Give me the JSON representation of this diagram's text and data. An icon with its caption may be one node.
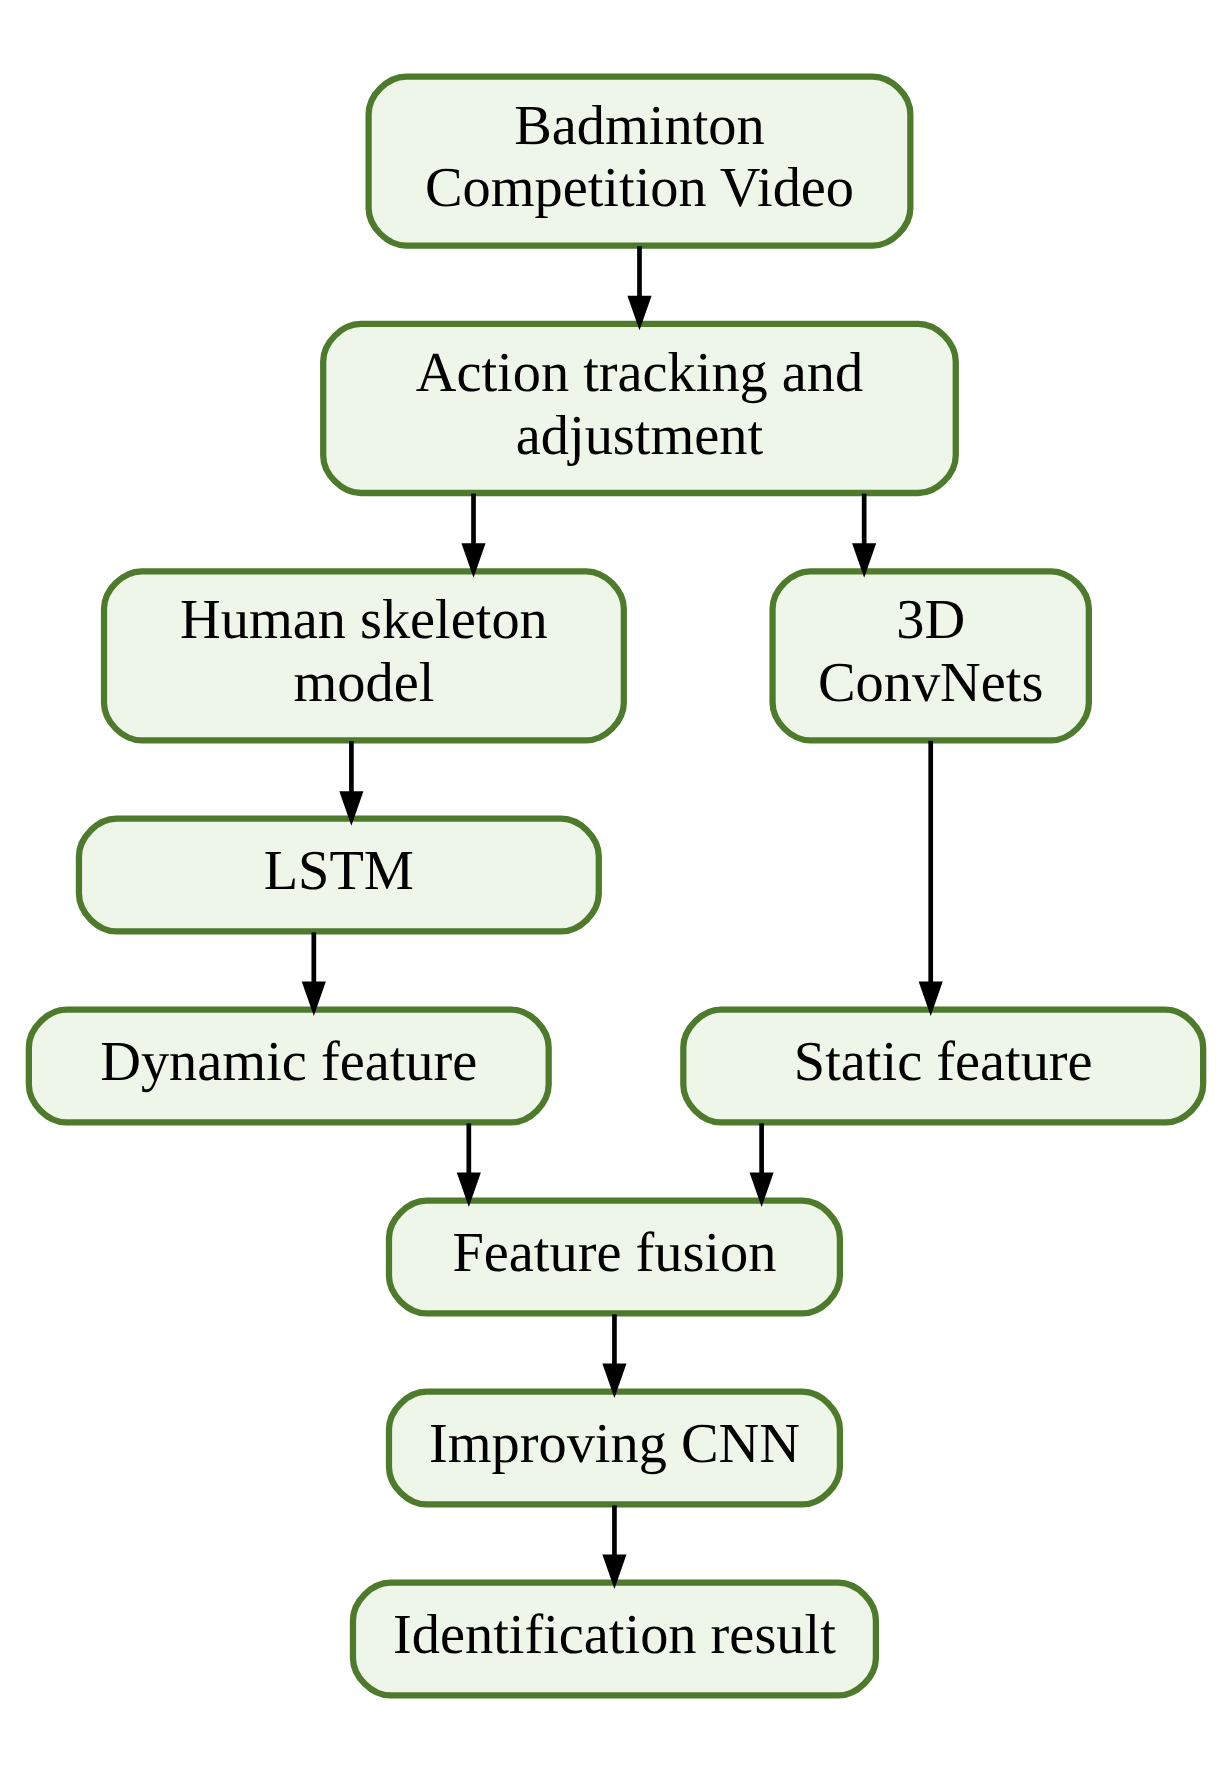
{
  "diagram": {
    "nodes": [
      {
        "text": [
          "Badminton Competition Video"
        ]
      },
      {
        "text": [
          "Action tracking and adjustment"
        ]
      },
      {
        "text": [
          "Human skeleton model"
        ]
      },
      {
        "text": [
          "3D ConvNets"
        ]
      },
      {
        "text": [
          "LSTM"
        ]
      },
      {
        "text": [
          "Dynamic feature"
        ]
      },
      {
        "text": [
          "Static feature"
        ]
      },
      {
        "text": [
          "Feature fusion"
        ]
      },
      {
        "text": [
          "Improving CNN"
        ]
      },
      {
        "text": [
          "Identification result"
        ]
      }
    ],
    "edges": [
      {
        "from": 0,
        "to": 1,
        "arrow": "to"
      },
      {
        "from": 1,
        "to": 2,
        "arrow": "to"
      },
      {
        "from": 1,
        "to": 3,
        "arrow": "to"
      },
      {
        "from": 2,
        "to": 4,
        "arrow": "to"
      },
      {
        "from": 4,
        "to": 5,
        "arrow": "to"
      },
      {
        "from": 3,
        "to": 6,
        "arrow": "to"
      },
      {
        "from": 5,
        "to": 7,
        "arrow": "to"
      },
      {
        "from": 6,
        "to": 7,
        "arrow": "to"
      },
      {
        "from": 7,
        "to": 8,
        "arrow": "to"
      },
      {
        "from": 8,
        "to": 9,
        "arrow": "to"
      }
    ]
  }
}
